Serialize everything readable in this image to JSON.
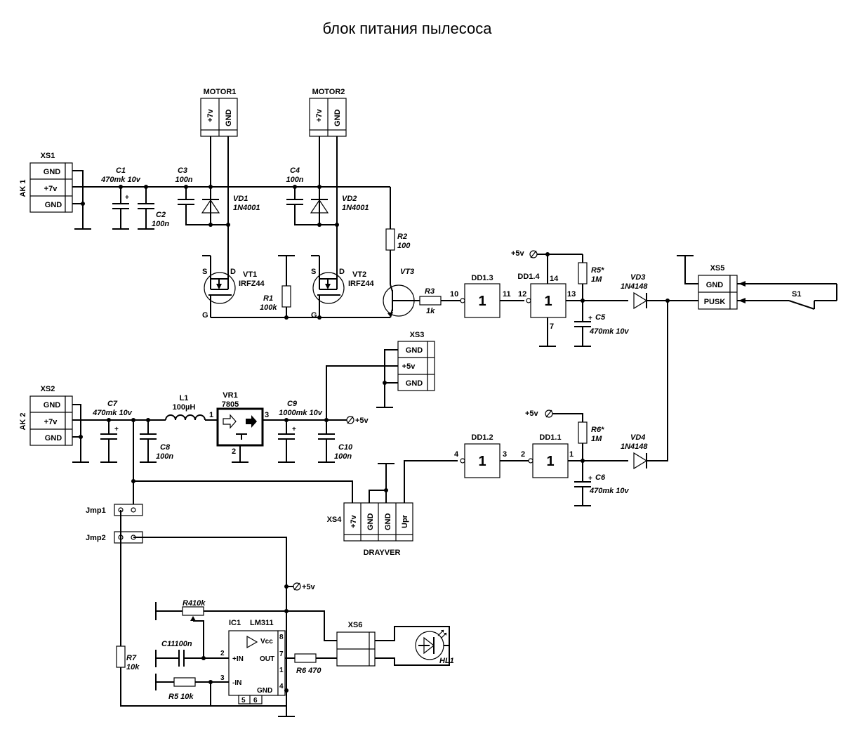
{
  "title": "блок питания пылесоса",
  "connectors": {
    "xs1": {
      "name": "XS1",
      "side": "AK 1",
      "pins": [
        "GND",
        "+7v",
        "GND"
      ]
    },
    "xs2": {
      "name": "XS2",
      "side": "AK 2",
      "pins": [
        "GND",
        "+7v",
        "GND"
      ]
    },
    "xs3": {
      "name": "XS3",
      "pins": [
        "GND",
        "+5v",
        "GND"
      ]
    },
    "xs4": {
      "name": "XS4",
      "caption": "DRAYVER",
      "pins": [
        "+7v",
        "GND",
        "GND",
        "Upr"
      ]
    },
    "xs5": {
      "name": "XS5",
      "pins": [
        "GND",
        "PUSK"
      ]
    },
    "xs6": {
      "name": "XS6"
    },
    "motor1": {
      "name": "MOTOR1",
      "pins": [
        "+7v",
        "GND"
      ]
    },
    "motor2": {
      "name": "MOTOR2",
      "pins": [
        "+7v",
        "GND"
      ]
    }
  },
  "caps": {
    "c1": {
      "name": "C1",
      "value": "470mk 10v"
    },
    "c2": {
      "name": "C2",
      "value": "100n"
    },
    "c3": {
      "name": "C3",
      "value": "100n"
    },
    "c4": {
      "name": "C4",
      "value": "100n"
    },
    "c5": {
      "name": "C5",
      "value": "470mk 10v"
    },
    "c6": {
      "name": "C6",
      "value": "470mk 10v"
    },
    "c7": {
      "name": "C7",
      "value": "470mk 10v"
    },
    "c8": {
      "name": "C8",
      "value": "100n"
    },
    "c9": {
      "name": "C9",
      "value": "1000mk 10v"
    },
    "c10": {
      "name": "C10",
      "value": "100n"
    },
    "c11": {
      "label": "C11100n"
    }
  },
  "resistors": {
    "r1": {
      "name": "R1",
      "value": "100k"
    },
    "r2": {
      "name": "R2",
      "value": "100"
    },
    "r3": {
      "name": "R3",
      "value": "1k"
    },
    "r4": {
      "label": "R410k"
    },
    "r5": {
      "label": "R5 10k"
    },
    "r6": {
      "name": "R6*",
      "value": "1M"
    },
    "r5b": {
      "name": "R5*",
      "value": "1M"
    },
    "r6b": {
      "label": "R6 470"
    },
    "r7": {
      "name": "R7",
      "value": "10k"
    }
  },
  "diodes": {
    "vd1": {
      "name": "VD1",
      "value": "1N4001"
    },
    "vd2": {
      "name": "VD2",
      "value": "1N4001"
    },
    "vd3": {
      "name": "VD3",
      "value": "1N4148"
    },
    "vd4": {
      "name": "VD4",
      "value": "1N4148"
    }
  },
  "transistors": {
    "vt1": {
      "name": "VT1",
      "value": "IRFZ44"
    },
    "vt2": {
      "name": "VT2",
      "value": "IRFZ44"
    },
    "vt3": {
      "name": "VT3"
    },
    "pins": {
      "s": "S",
      "d": "D",
      "g": "G"
    }
  },
  "inductor": {
    "name": "L1",
    "value": "100µH"
  },
  "regulator": {
    "name": "VR1",
    "value": "7805",
    "pins": [
      "1",
      "2",
      "3"
    ]
  },
  "gates": {
    "dd13": {
      "name": "DD1.3",
      "symbol": "1",
      "in": "10",
      "out": "11"
    },
    "dd14": {
      "name": "DD1.4",
      "symbol": "1",
      "in": "12",
      "out": "13",
      "vcc": "14",
      "gnd": "7"
    },
    "dd12": {
      "name": "DD1.2",
      "symbol": "1",
      "in": "4",
      "out": "3"
    },
    "dd11": {
      "name": "DD1.1",
      "symbol": "1",
      "in": "2",
      "out": "1"
    }
  },
  "comparator": {
    "name": "IC1",
    "part": "LM311",
    "labels": {
      "vcc": "Vcc",
      "inp": "+IN",
      "inn": "-IN",
      "out": "OUT",
      "gnd": "GND"
    },
    "pins": {
      "p8": "8",
      "p2": "2",
      "p7": "7",
      "p3": "3",
      "p1": "1",
      "p4": "4",
      "p5": "5",
      "p6": "6"
    }
  },
  "jumpers": {
    "jmp1": "Jmp1",
    "jmp2": "Jmp2"
  },
  "switch": {
    "name": "S1"
  },
  "led": {
    "name": "HL1"
  },
  "power_label": "+5v"
}
